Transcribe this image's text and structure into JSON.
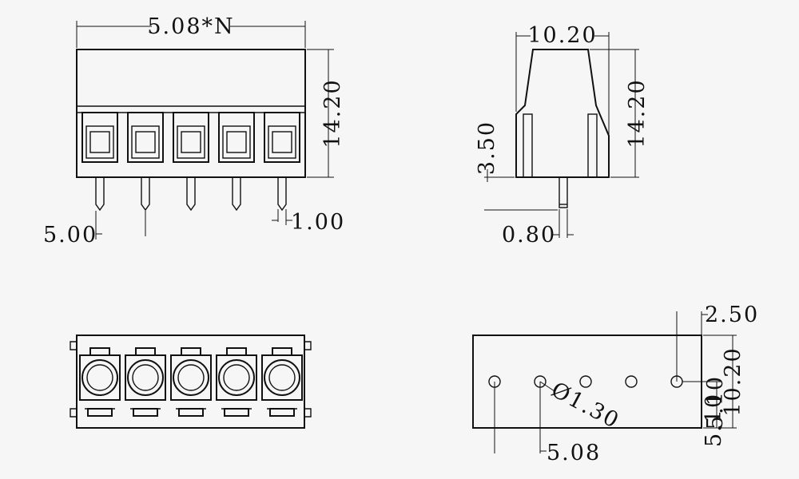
{
  "labels": {
    "width_formula": "5.08*N",
    "front_height": "14.20",
    "pin_spacing_front": "5.00",
    "pin_width_front": "1.00",
    "side_width": "10.20",
    "side_height": "14.20",
    "side_pin_height": "3.50",
    "side_pin_width": "0.80",
    "hole_spacing_x": "2.50",
    "hole_row_depth": "10.20",
    "hole_diameter": "Ø1.30",
    "hole_pitch": "5.08",
    "hole_offset_a": "5.10",
    "hole_offset_b": "5.10"
  }
}
